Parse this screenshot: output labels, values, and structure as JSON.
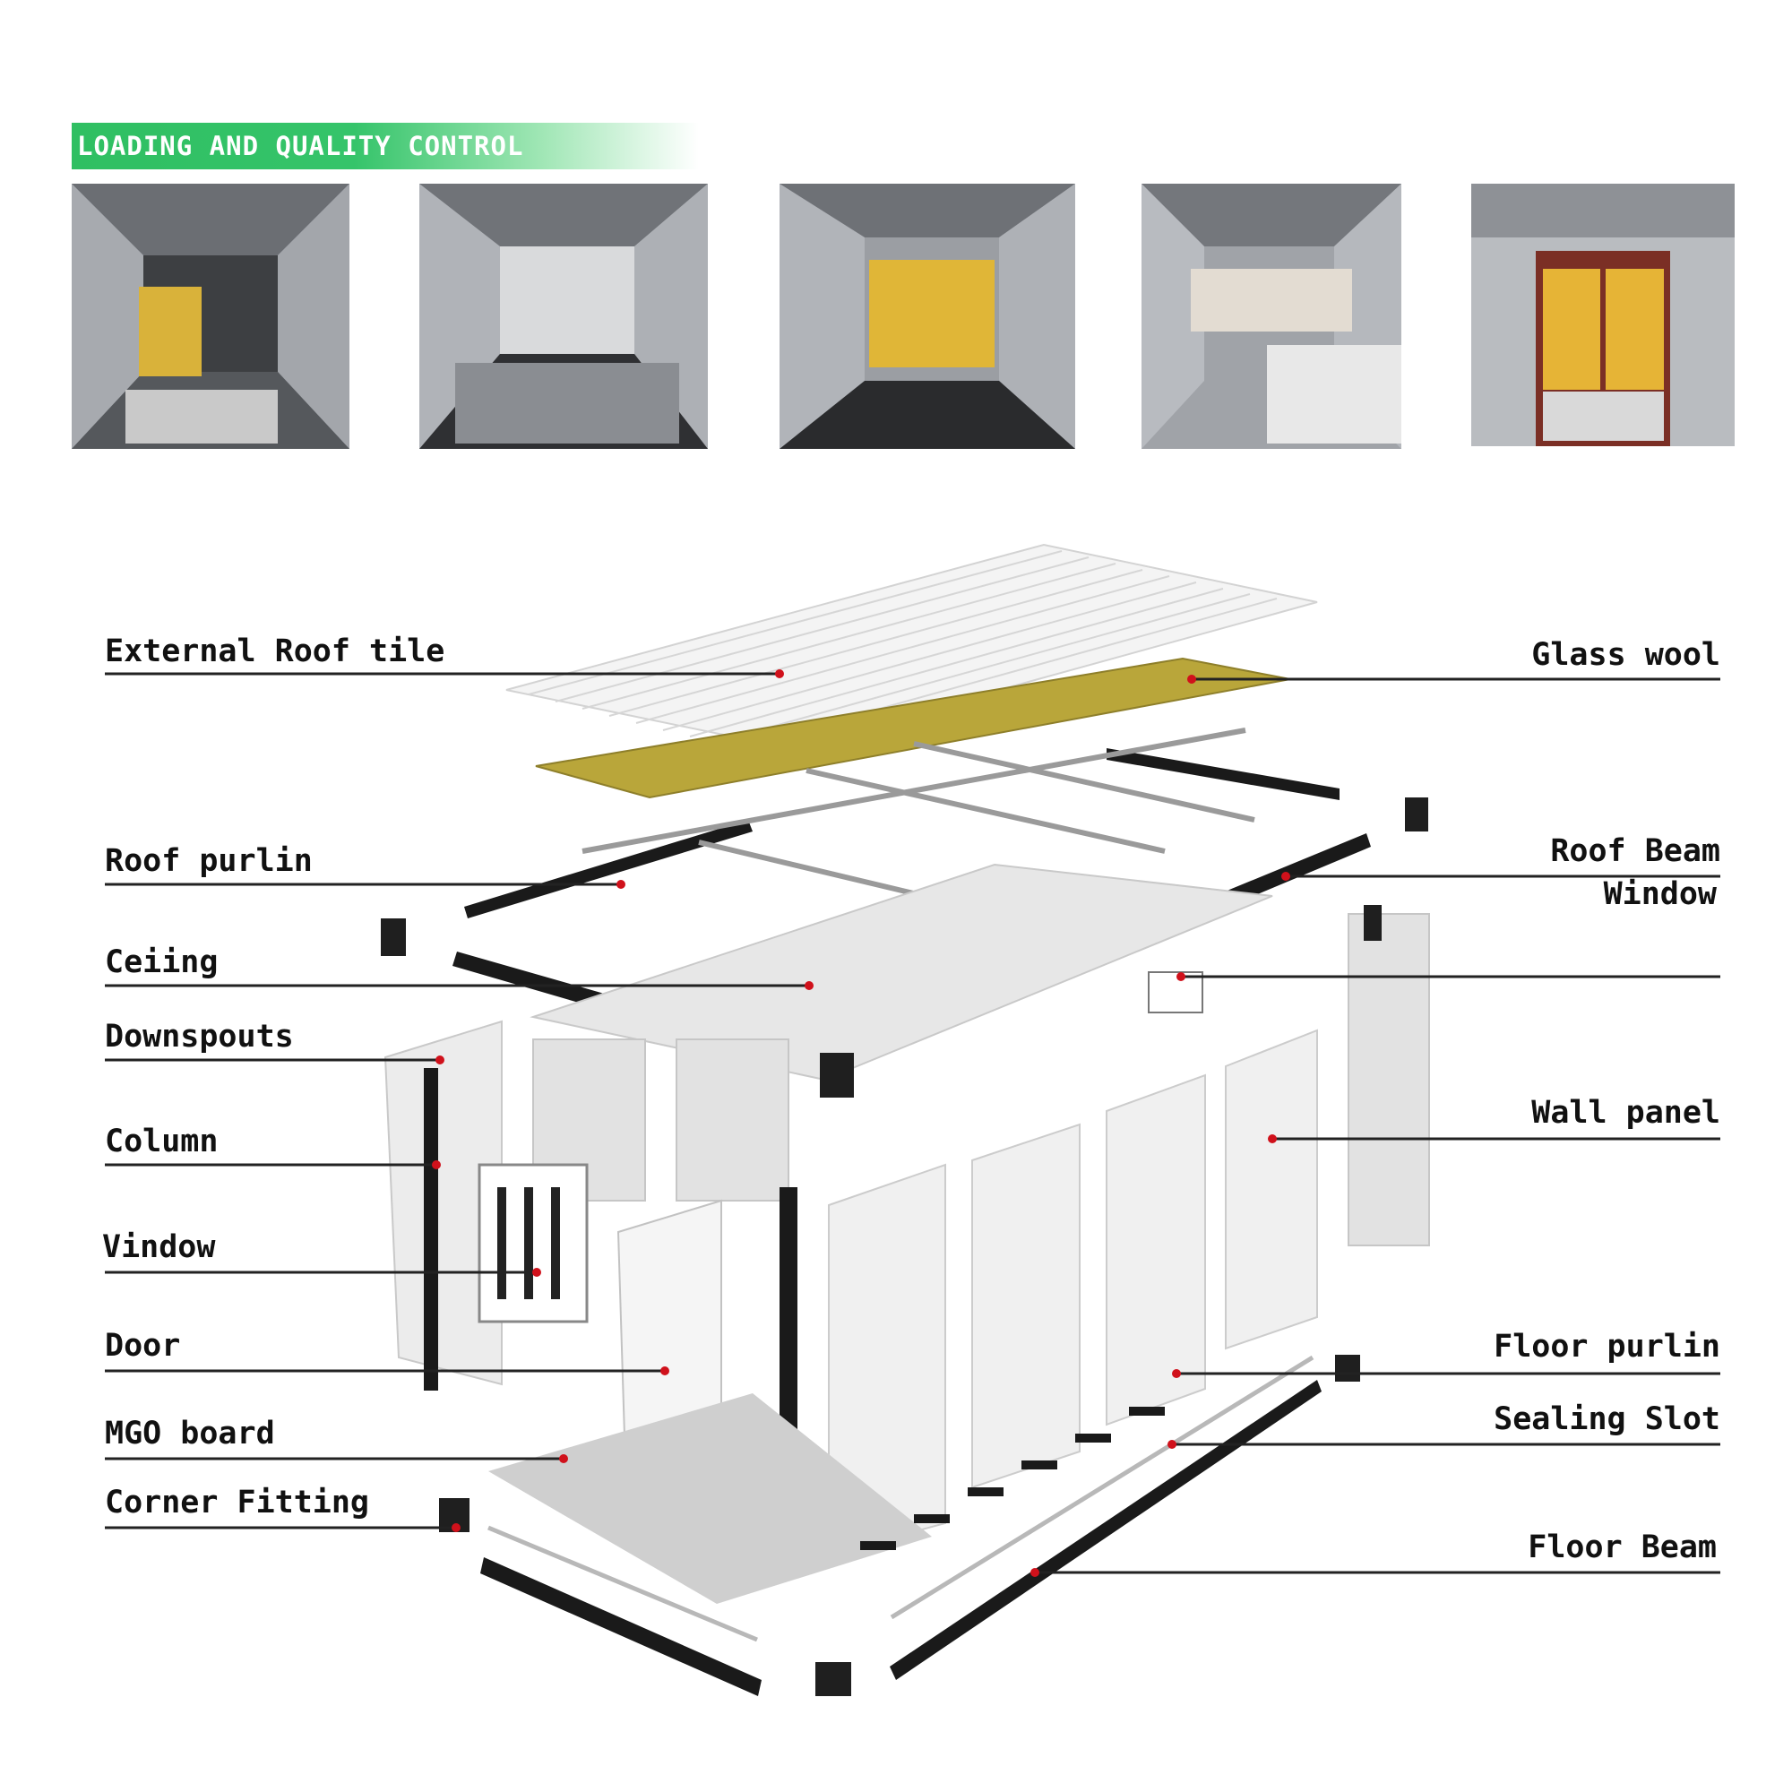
{
  "banner": {
    "title": "LOADING AND QUALITY CONTROL"
  },
  "photos": [
    {
      "name": "container-photo-1"
    },
    {
      "name": "container-photo-2"
    },
    {
      "name": "container-photo-3"
    },
    {
      "name": "container-photo-4"
    },
    {
      "name": "container-photo-5"
    }
  ],
  "labels": {
    "external_roof_tile": "External Roof tile",
    "roof_purlin": "Roof purlin",
    "ceiling": "Ceiing",
    "downspouts": "Downspouts",
    "column": "Column",
    "vindow": "Vindow",
    "door": "Door",
    "mgo_board": "MGO board",
    "corner_fitting": "Corner Fitting",
    "glass_wool": "Glass wool",
    "roof_beam": "Roof Beam",
    "window": "Window",
    "wall_panel": "Wall panel",
    "floor_purlin": "Floor purlin",
    "sealing_slot": "Sealing Slot",
    "floor_beam": "Floor Beam"
  },
  "colors": {
    "banner_green": "#2fbf62",
    "glass_wool": "#b9a63a",
    "frame_black": "#1a1a1a",
    "panel_white": "#eeeeee",
    "pointer_red": "#d0111b"
  }
}
